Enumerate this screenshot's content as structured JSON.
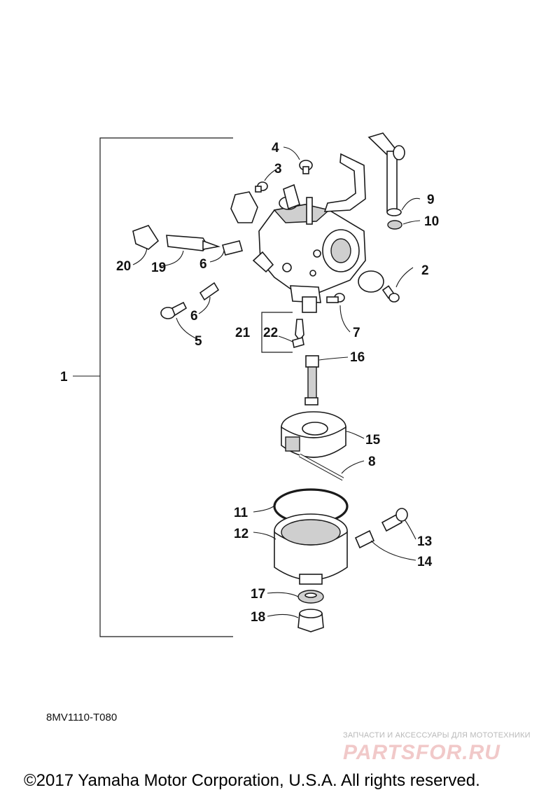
{
  "diagram": {
    "reference_code": "8MV1110-T080",
    "callouts": {
      "c1": "1",
      "c2": "2",
      "c3": "3",
      "c4": "4",
      "c5": "5",
      "c6a": "6",
      "c6b": "6",
      "c7": "7",
      "c8": "8",
      "c9": "9",
      "c10": "10",
      "c11": "11",
      "c12": "12",
      "c13": "13",
      "c14": "14",
      "c15": "15",
      "c16": "16",
      "c17": "17",
      "c18": "18",
      "c19": "19",
      "c20": "20",
      "c21": "21",
      "c22": "22"
    }
  },
  "watermark": {
    "tagline": "ЗАПЧАСТИ И АКСЕССУАРЫ ДЛЯ МОТОТЕХНИКИ",
    "logo": "PARTSFOR.RU"
  },
  "footer": {
    "copyright": "©2017 Yamaha Motor Corporation, U.S.A. All rights reserved."
  }
}
